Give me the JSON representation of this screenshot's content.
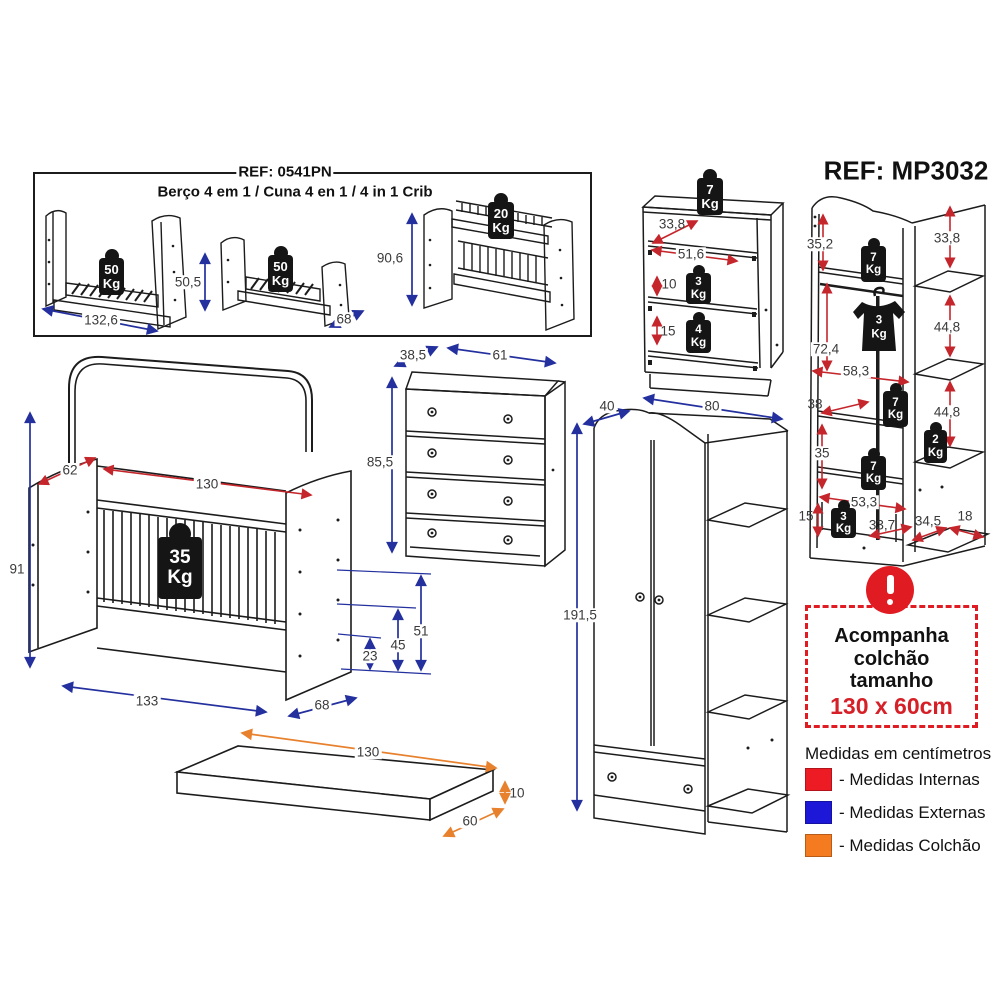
{
  "header": {
    "main_ref": "REF: MP3032"
  },
  "units": {
    "kg": "Kg"
  },
  "colors": {
    "internal": "#c5262c",
    "external": "#23309e",
    "mattress": "#e8812d",
    "line": "#1c1c1c",
    "warning_red": "#e11b22",
    "warning_size_red": "#d62027"
  },
  "crib_box": {
    "ref": "REF: 0541PN",
    "title": "Berço 4 em 1 / Cuna 4 en 1 / 4 in 1 Crib",
    "config_bed": {
      "weight": "50",
      "width": "132,6"
    },
    "config_junior_bed": {
      "weight": "50",
      "height": "50,5",
      "depth": "68"
    },
    "config_crib_changer": {
      "weight": "20",
      "height": "90,6"
    }
  },
  "main_crib": {
    "weight": "35",
    "inner_depth": "62",
    "inner_width": "130",
    "height": "91",
    "outer_width": "133",
    "outer_depth": "68",
    "base_level_1": "23",
    "base_level_2": "45",
    "base_level_3": "51"
  },
  "dresser": {
    "depth": "38,5",
    "width": "61",
    "height": "85,5"
  },
  "small_dresser": {
    "top_weight": "7",
    "drawer_depth": "33,8",
    "inner_width": "51,6",
    "drawer_small_height": "10",
    "drawer_small_weight": "3",
    "drawer_large_height": "15",
    "drawer_large_weight": "4"
  },
  "wardrobe": {
    "depth": "40",
    "width": "80",
    "height": "191,5"
  },
  "wardrobe_interior": {
    "top_gap": "35,2",
    "top_shelf_weight": "7",
    "side_gap_top": "33,8",
    "hang_weight": "3",
    "hang_height": "72,4",
    "inner_width": "58,3",
    "shelf_depth": "38",
    "mid_shelf_weight": "7",
    "side_gap_mid": "44,8",
    "side_gap_low": "44,8",
    "side_shelf_weight": "2",
    "mid_gap": "35",
    "low_shelf_weight": "7",
    "drawer_width": "53,3",
    "drawer_height": "15",
    "drawer_weight": "3",
    "drawer_inner_width": "33,7",
    "side_bottom_width": "34,5",
    "side_shelf_depth": "18"
  },
  "mattress": {
    "length": "130",
    "width": "60",
    "thickness": "10"
  },
  "warning": {
    "line1": "Acompanha",
    "line2": "colchão",
    "line3": "tamanho",
    "size": "130 x 60cm"
  },
  "legend": {
    "title": "Medidas em centímetros",
    "items": [
      {
        "label": "- Medidas Internas",
        "color": "#ed1c24"
      },
      {
        "label": "- Medidas Externas",
        "color": "#1d18d8"
      },
      {
        "label": "- Medidas Colchão",
        "color": "#f47b20"
      }
    ]
  }
}
